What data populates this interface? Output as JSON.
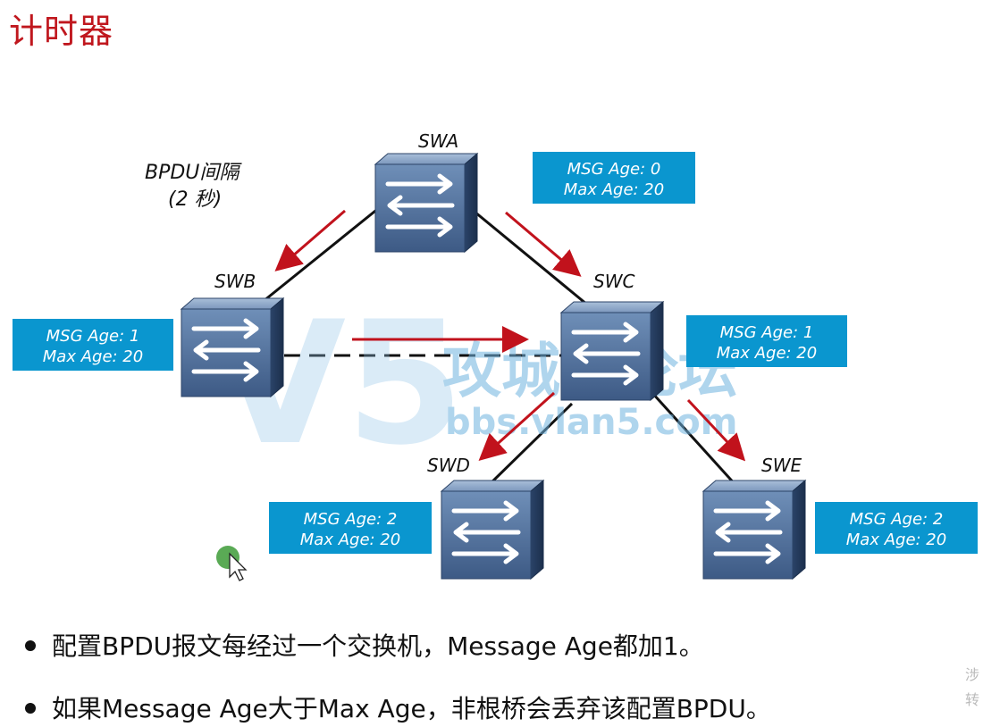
{
  "title": "计时器",
  "interval_label": {
    "line1": "BPDU间隔",
    "line2": "(2 秒)"
  },
  "switches": [
    {
      "id": "swa",
      "name": "SWA"
    },
    {
      "id": "swb",
      "name": "SWB"
    },
    {
      "id": "swc",
      "name": "SWC"
    },
    {
      "id": "swd",
      "name": "SWD"
    },
    {
      "id": "swe",
      "name": "SWE"
    }
  ],
  "age_boxes": [
    {
      "id": "swa",
      "msg": "MSG Age: 0",
      "max": "Max Age: 20"
    },
    {
      "id": "swb",
      "msg": "MSG Age: 1",
      "max": "Max Age: 20"
    },
    {
      "id": "swc",
      "msg": "MSG Age: 1",
      "max": "Max Age: 20"
    },
    {
      "id": "swd",
      "msg": "MSG Age: 2",
      "max": "Max Age: 20"
    },
    {
      "id": "swe",
      "msg": "MSG Age: 2",
      "max": "Max Age: 20"
    }
  ],
  "watermark": {
    "logo": "V5",
    "text": "攻城狮论坛",
    "url": "bbs.vlan5.com"
  },
  "bullets": [
    "配置BPDU报文每经过一个交换机，Message Age都加1。",
    "如果Message Age大于Max Age，非根桥会丢弃该配置BPDU。"
  ],
  "side_fragments": [
    "涉",
    "转"
  ],
  "colors": {
    "title": "#c0171e",
    "box": "#0a96cf",
    "arrow": "#c1121c",
    "switch": "#4a6a96"
  }
}
